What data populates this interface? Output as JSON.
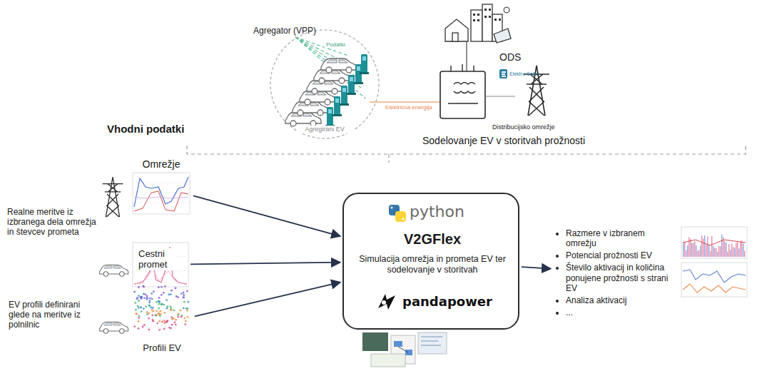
{
  "diagram": {
    "nodes": [
      {
        "text": [
          "Agregirani EV"
        ]
      },
      {
        "text": [
          "Omrežje"
        ]
      },
      {
        "text": [
          "Cestni promet"
        ]
      },
      {
        "text": [
          "Profili EV"
        ]
      },
      {
        "text": [
          "python",
          "V2GFlex",
          "Simulacija omrežja in prometa EV ter sodelovanje v storitvah",
          "pandapower"
        ]
      },
      {
        "text": [
          "Razmere v izbranem omrežju",
          "Potencial prožnosti EV",
          "Število aktivacij in količina ponujene prožnosti s strani EV",
          "Analiza aktivacij",
          "..."
        ]
      }
    ],
    "edges": [
      {
        "from": 1,
        "to": 4,
        "arrow": "to"
      },
      {
        "from": 2,
        "to": 4,
        "arrow": "to"
      },
      {
        "from": 3,
        "to": 4,
        "arrow": "to"
      },
      {
        "from": 4,
        "to": 5,
        "arrow": "to"
      }
    ],
    "labels": [
      "Agregator (VPP)",
      "Podatki",
      "Električna energija",
      "ODS",
      "Elektro Celje",
      "Distribucijsko omrežje",
      "Sodelovanje EV v storitvah prožnosti",
      "Vhodni podatki",
      "Realne meritve iz izbranega dela omrežja in števcev prometa",
      "EV profili definirani glede na meritve iz polnilnic"
    ]
  }
}
